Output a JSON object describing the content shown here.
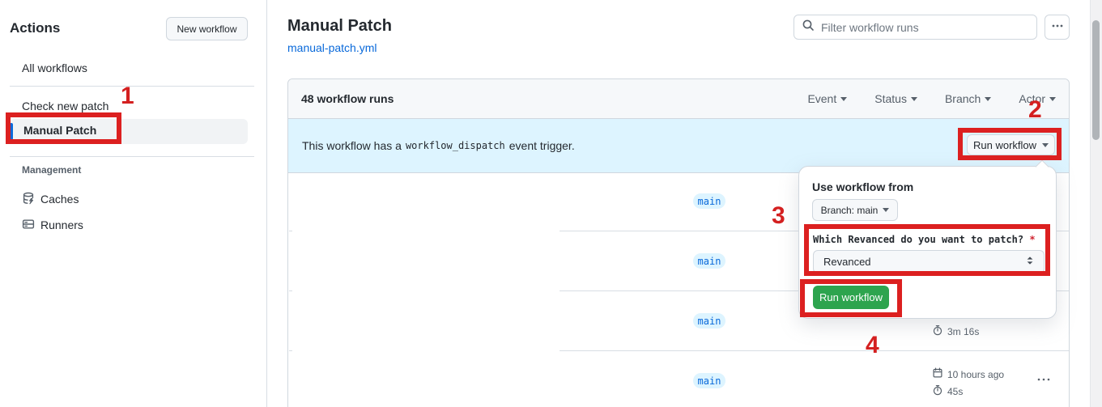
{
  "annotations": {
    "steps": [
      "1",
      "2",
      "3",
      "4"
    ]
  },
  "sidebar": {
    "title": "Actions",
    "new_workflow_button": "New workflow",
    "items": [
      "All workflows",
      "Check new patch",
      "Manual Patch"
    ],
    "management_heading": "Management",
    "management_items": [
      "Caches",
      "Runners"
    ]
  },
  "main": {
    "title": "Manual Patch",
    "workflow_file": "manual-patch.yml",
    "search_placeholder": "Filter workflow runs"
  },
  "runs_panel": {
    "count": "48 workflow runs",
    "filters": [
      "Event",
      "Status",
      "Branch",
      "Actor"
    ],
    "banner": {
      "prefix": "This workflow has a",
      "code": "workflow_dispatch",
      "suffix": "event trigger.",
      "run_workflow_button": "Run workflow"
    },
    "rows": [
      {
        "branch": "main"
      },
      {
        "branch": "main"
      },
      {
        "branch": "main",
        "duration": "3m 16s"
      },
      {
        "branch": "main",
        "date": "10 hours ago",
        "duration": "45s"
      }
    ]
  },
  "run_dialog": {
    "heading": "Use workflow from",
    "branch_selector": "Branch: main",
    "input_label": "Which Revanced do you want to patch?",
    "required": "*",
    "select_value": "Revanced",
    "run_button": "Run workflow"
  },
  "colors": {
    "annotation_red": "#dc2020",
    "accent_blue": "#0969da",
    "banner_blue": "#ddf4ff",
    "success_green": "#2da44e",
    "tab_indicator_orange": "#f4745e"
  }
}
